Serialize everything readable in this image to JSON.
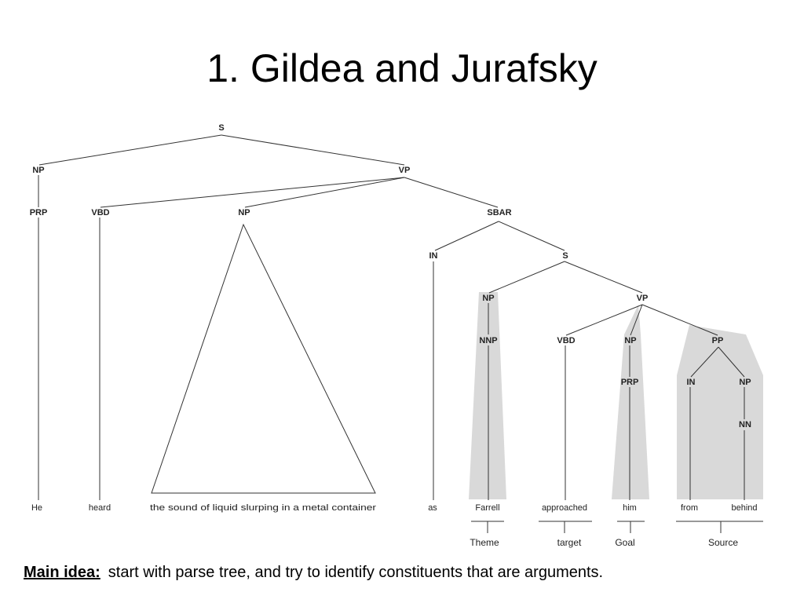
{
  "slide": {
    "title": "1. Gildea and Jurafsky",
    "caption_lead": "Main idea:",
    "caption_text": "start with parse tree, and try to identify constituents that are arguments."
  },
  "tree": {
    "nodes": {
      "s": "S",
      "np_subj": "NP",
      "vp_main": "VP",
      "prp_he": "PRP",
      "vbd_heard": "VBD",
      "np_obj": "NP",
      "sbar": "SBAR",
      "in_as": "IN",
      "s_inner": "S",
      "np_farrell": "NP",
      "vp_inner": "VP",
      "nnp": "NNP",
      "vbd_approached": "VBD",
      "np_him": "NP",
      "pp": "PP",
      "prp_him": "PRP",
      "in_from": "IN",
      "np_behind": "NP",
      "nn": "NN"
    },
    "words": {
      "he": "He",
      "heard": "heard",
      "phrase": "the sound of liquid slurping in a metal container",
      "as": "as",
      "farrell": "Farrell",
      "approached": "approached",
      "him": "him",
      "from": "from",
      "behind": "behind"
    },
    "roles": {
      "theme": "Theme",
      "target": "target",
      "goal": "Goal",
      "source": "Source"
    },
    "highlight_color": "#d9d9d9"
  }
}
